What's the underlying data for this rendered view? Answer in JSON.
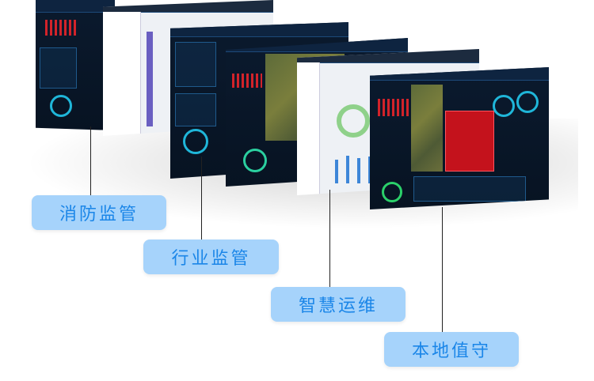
{
  "labels": {
    "fire": "消防监管",
    "industry": "行业监管",
    "operations": "智慧运维",
    "local": "本地值守"
  },
  "colors": {
    "label_bg": "#a6d3fb",
    "label_text": "#1b86e8",
    "panel_dark": "#0b1a2e"
  }
}
